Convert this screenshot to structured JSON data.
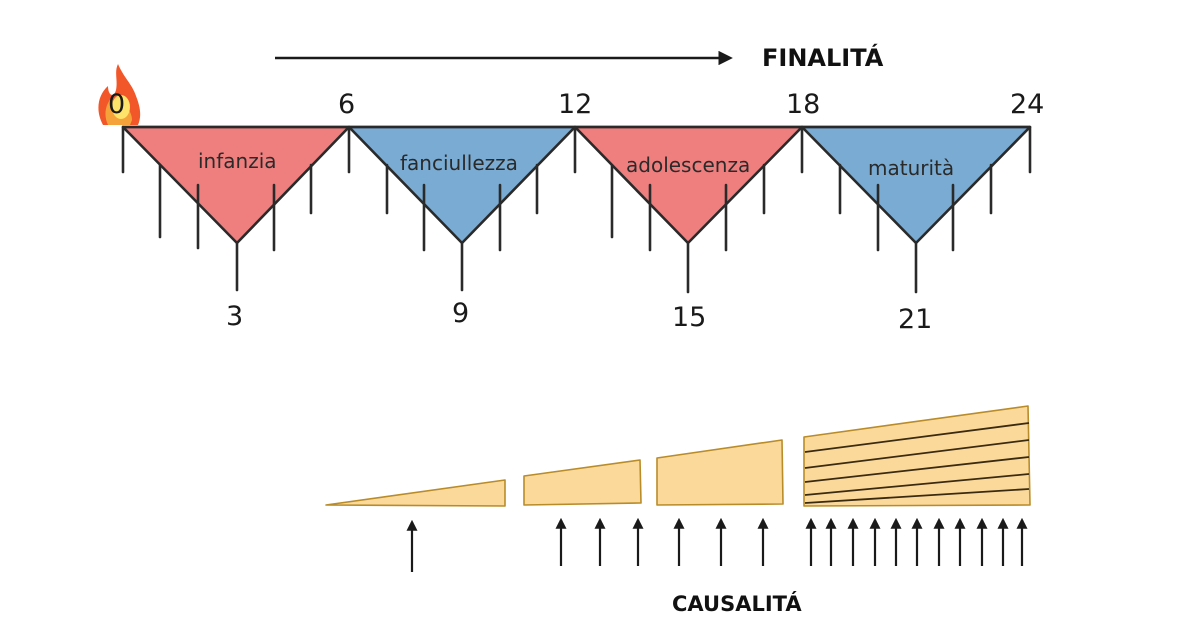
{
  "finalita_label": "FINALITÁ",
  "causalita_label": "CAUSALITÁ",
  "start_label": "0",
  "top_ticks": [
    "6",
    "12",
    "18",
    "24"
  ],
  "bottom_ticks": [
    "3",
    "9",
    "15",
    "21"
  ],
  "stages": [
    {
      "label": "infanzia",
      "color": "#ef7f7f"
    },
    {
      "label": "fanciullezza",
      "color": "#7aabd3"
    },
    {
      "label": "adolescenza",
      "color": "#ef7f7f"
    },
    {
      "label": "maturità",
      "color": "#7aabd3"
    }
  ],
  "wedge_color": "#fbd99a",
  "wedge_stroke": "#b98c2a",
  "arrow_groups": [
    1,
    3,
    3,
    11
  ],
  "flame_colors": [
    "#f2572a",
    "#f6a23a",
    "#fde36a"
  ]
}
